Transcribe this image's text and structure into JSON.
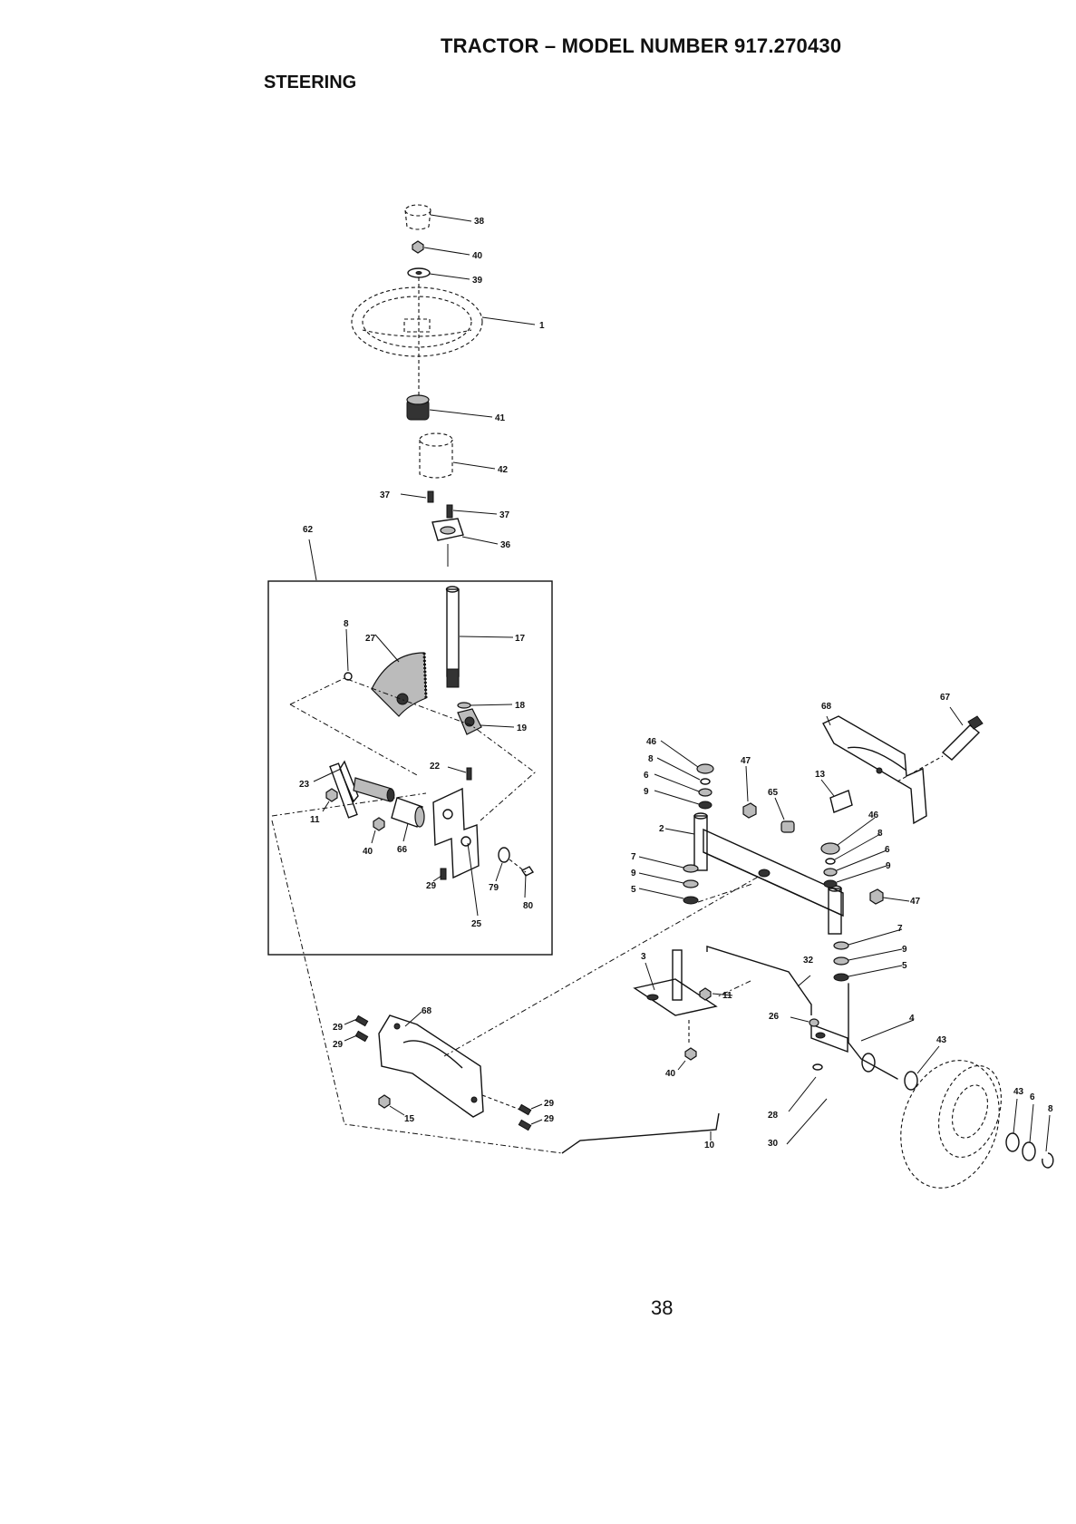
{
  "header": {
    "title": "TRACTOR – MODEL NUMBER 917.270430",
    "section": "STEERING"
  },
  "footer": {
    "page_number": "38"
  },
  "callouts": {
    "c38": "38",
    "c40a": "40",
    "c39": "39",
    "c1": "1",
    "c41": "41",
    "c42": "42",
    "c37a": "37",
    "c37b": "37",
    "c36": "36",
    "c62": "62",
    "c8a": "8",
    "c27": "27",
    "c17": "17",
    "c18": "18",
    "c19": "19",
    "c22": "22",
    "c23": "23",
    "c11a": "11",
    "c40b": "40",
    "c66": "66",
    "c29a": "29",
    "c79": "79",
    "c80": "80",
    "c25": "25",
    "c46a": "46",
    "c8b": "8",
    "c6a": "6",
    "c9a": "9",
    "c47a": "47",
    "c65": "65",
    "c13": "13",
    "c68a": "68",
    "c67": "67",
    "c2": "2",
    "c7a": "7",
    "c9b": "9",
    "c5a": "5",
    "c46b": "46",
    "c8c": "8",
    "c6b": "6",
    "c9c": "9",
    "c47b": "47",
    "c7b": "7",
    "c9d": "9",
    "c5b": "5",
    "c3": "3",
    "c11b": "11",
    "c32": "32",
    "c26": "26",
    "c4": "4",
    "c40c": "40",
    "c28": "28",
    "c30": "30",
    "c10": "10",
    "c43a": "43",
    "c43b": "43",
    "c6c": "6",
    "c8d": "8",
    "c29b": "29",
    "c29c": "29",
    "c68b": "68",
    "c29d": "29",
    "c29e": "29",
    "c15": "15"
  }
}
